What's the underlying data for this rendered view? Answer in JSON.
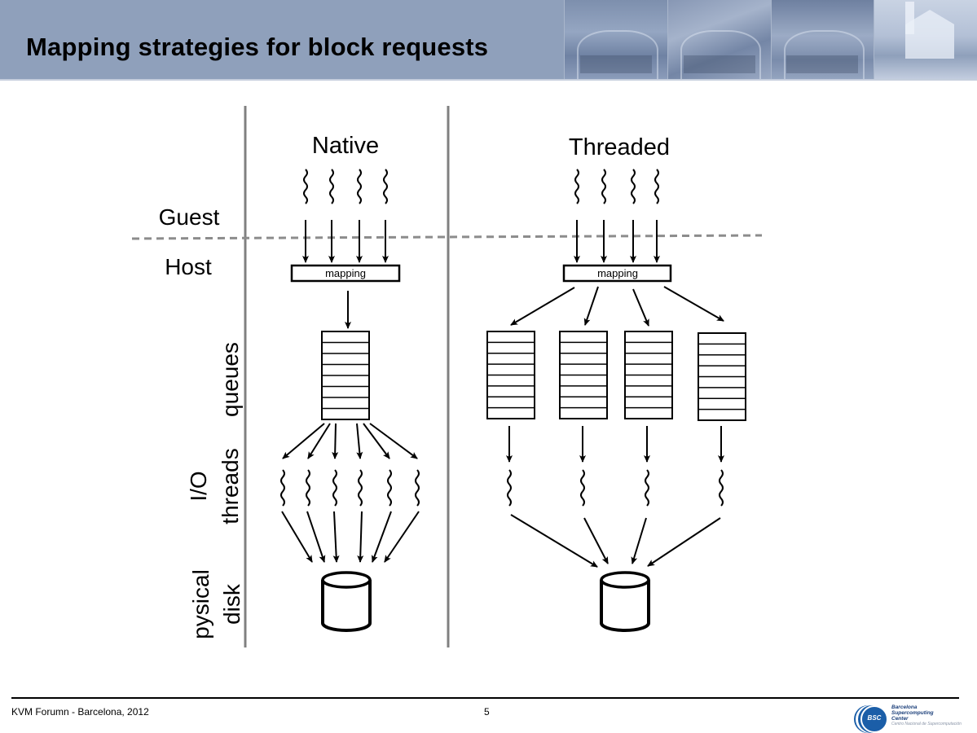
{
  "slide": {
    "title": "Mapping strategies for block requests",
    "footer_text": "KVM Forumn - Barcelona, 2012",
    "page_number": "5"
  },
  "logo": {
    "badge": "BSC",
    "line1": "Barcelona",
    "line2": "Supercomputing",
    "line3": "Center",
    "line4": "Centro Nacional de Supercomputación"
  },
  "row_labels": {
    "guest": "Guest",
    "host": "Host",
    "queues": "queues",
    "io_threads_line1": "I/O",
    "io_threads_line2": "threads",
    "disk_line1": "pysical",
    "disk_line2": "disk"
  },
  "columns": [
    {
      "id": "native",
      "heading": "Native",
      "guest_threads": 4,
      "mapping_label": "mapping",
      "queues": 1,
      "queue_slots": 8,
      "io_threads": 6,
      "disks": 1
    },
    {
      "id": "threaded",
      "heading": "Threaded",
      "guest_threads": 4,
      "mapping_label": "mapping",
      "queues": 4,
      "queue_slots": 8,
      "io_threads": 4,
      "disks": 1
    }
  ],
  "icons": {
    "thread": "wavy-thread-icon",
    "disk": "cylinder-disk-icon",
    "queue": "queue-stack-icon"
  }
}
